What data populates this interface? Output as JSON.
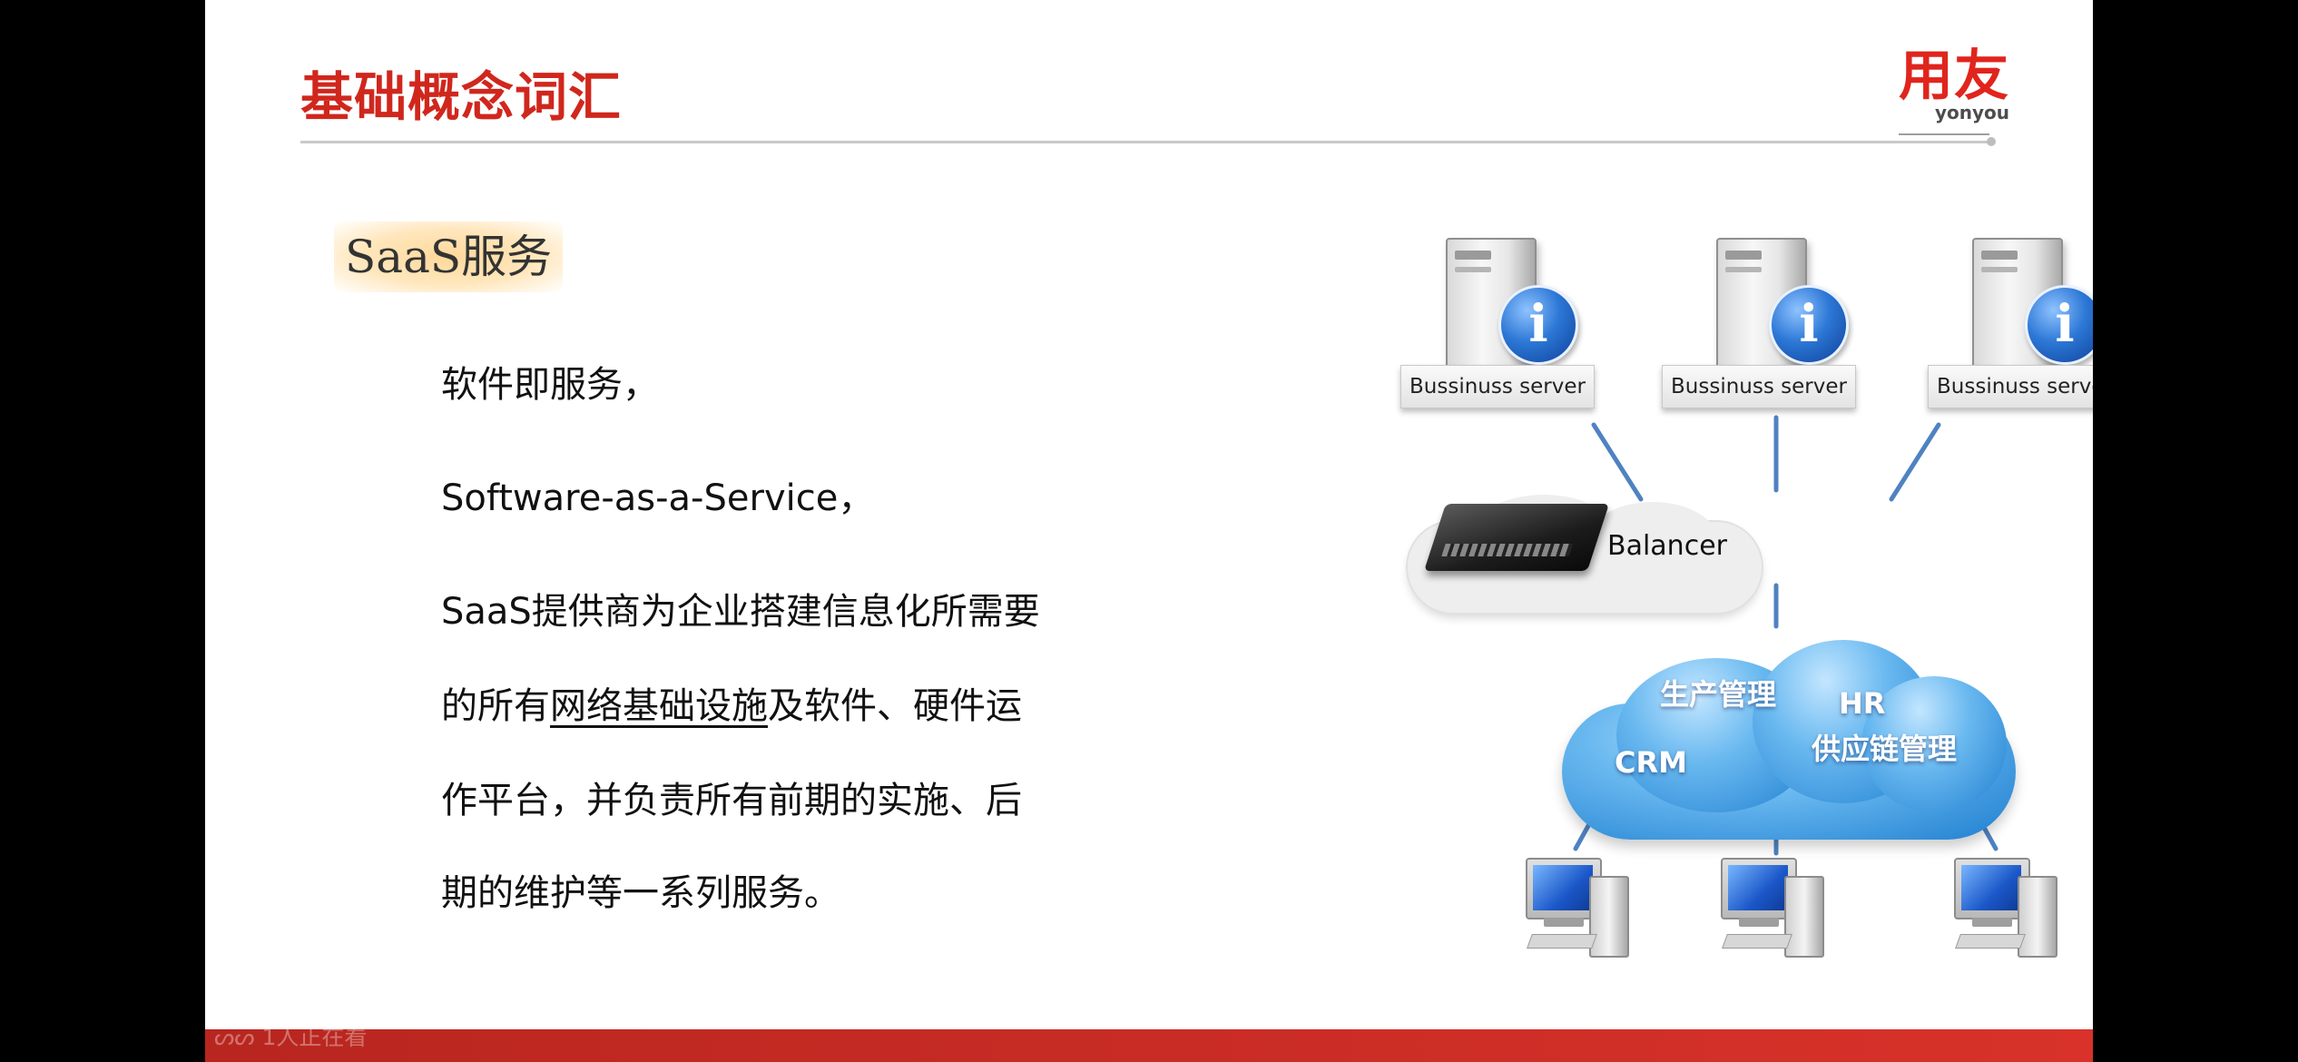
{
  "slide": {
    "title": "基础概念词汇",
    "logo": {
      "chinese": "用友",
      "english": "yonyou"
    },
    "section_label": "SaaS服务",
    "paragraphs": {
      "line1": "软件即服务，",
      "line2": "Software-as-a-Service，",
      "p3_line1": "SaaS提供商为企业搭建信息化所需要",
      "p3_line2_before": "的所有",
      "p3_line2_underlined": "网络基础设施",
      "p3_line2_after": "及软件、硬件运",
      "p3_line3": "作平台，并负责所有前期的实施、后",
      "p3_line4": "期的维护等一系列服务。"
    }
  },
  "diagram": {
    "servers": [
      {
        "label": "Bussinuss server",
        "icon": "info-icon"
      },
      {
        "label": "Bussinuss server",
        "icon": "info-icon"
      },
      {
        "label": "Bussinuss server",
        "icon": "info-icon"
      }
    ],
    "balancer_label": "Balancer",
    "cloud_items": {
      "production": "生产管理",
      "hr": "HR",
      "crm": "CRM",
      "supply_chain": "供应链管理"
    },
    "colors": {
      "link_line": "#4f82c2",
      "cloud": "#2f8ee0"
    }
  },
  "overlay": {
    "viewers_text": "1人正在看"
  },
  "colors": {
    "title_red": "#d0271d",
    "footer_red": "#c92a22"
  }
}
